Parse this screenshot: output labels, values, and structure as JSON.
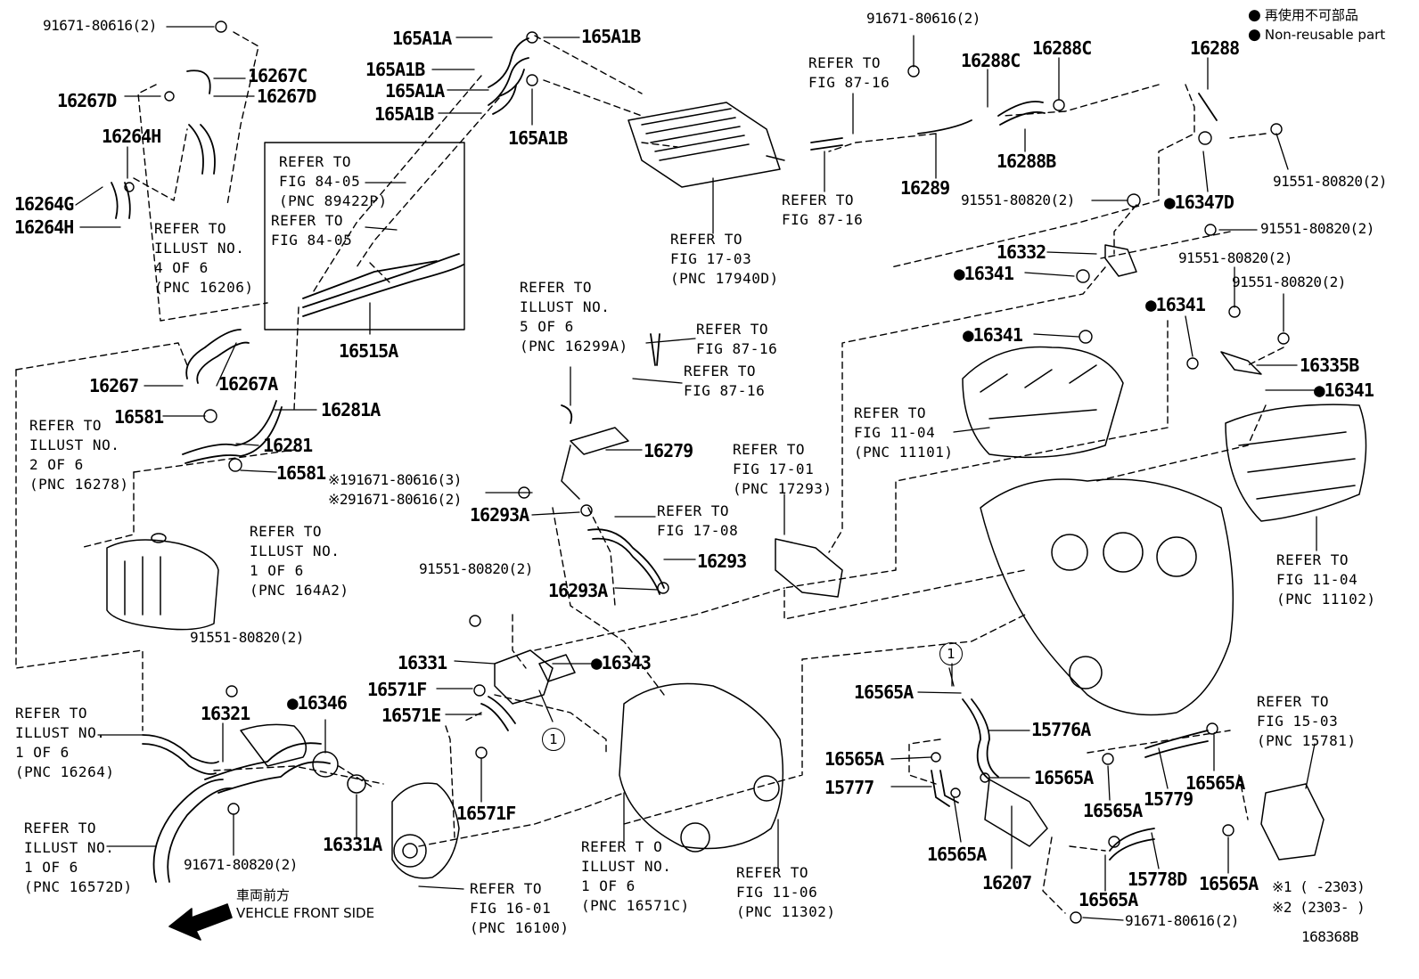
{
  "legend": {
    "line1": "再使用不可部品",
    "line2": "Non-reusable part"
  },
  "diagram_number": "168368B",
  "front": {
    "jp": "車両前方",
    "en": "VEHCLE FRONT SIDE"
  },
  "note1": "※1 (      -2303)",
  "note2": "※2 (2303-      )",
  "callout": "1",
  "labels": {
    "l01": "91671-80616(2)",
    "l02": "165A1A",
    "l03": "165A1B",
    "l04": "165A1B",
    "l05": "165A1A",
    "l06": "165A1B",
    "l07": "165A1B",
    "l08": "16267C",
    "l09": "16267D",
    "l10": "16267D",
    "l11": "16264H",
    "l12": "16264G",
    "l13": "16264H",
    "l14": "16515A",
    "l15": "16267",
    "l16": "16267A",
    "l17": "16581",
    "l18": "16281A",
    "l19": "16281",
    "l20": "16581",
    "l21": "※191671-80616(3)",
    "l22": "※291671-80616(2)",
    "l23": "16293A",
    "l24": "16279",
    "l25": "16293",
    "l26": "16293A",
    "l27": "91551-80820(2)",
    "l28": "16331",
    "l29": "16343",
    "l30": "16571F",
    "l31": "16571E",
    "l32": "16571F",
    "l33": "91551-80820(2)",
    "l34": "16321",
    "l35": "16346",
    "l36": "16331A",
    "l37": "91671-80820(2)",
    "l38": "91671-80616(2)",
    "l39": "16288C",
    "l40": "16288C",
    "l41": "16288",
    "l42": "16289",
    "l43": "16288B",
    "l44": "91551-80820(2)",
    "l45": "91551-80820(2)",
    "l46": "16347D",
    "l47": "91551-80820(2)",
    "l48": "16332",
    "l49": "16341",
    "l50": "91551-80820(2)",
    "l51": "91551-80820(2)",
    "l52": "16341",
    "l53": "16341",
    "l54": "16335B",
    "l55": "16341",
    "l56": "16565A",
    "l57": "15776A",
    "l58": "16565A",
    "l59": "16565A",
    "l60": "15777",
    "l61": "16565A",
    "l62": "15779",
    "l63": "16565A",
    "l64": "16565A",
    "l65": "16207",
    "l66": "15778D",
    "l67": "16565A",
    "l68": "16565A",
    "l69": "91671-80616(2)"
  },
  "refs": {
    "r01": [
      "REFER TO",
      "FIG 84-05",
      "(PNC 89422P)"
    ],
    "r02": [
      "REFER TO",
      "FIG 84-05"
    ],
    "r03": [
      "REFER TO",
      "ILLUST NO.",
      "4 OF 6",
      "(PNC 16206)"
    ],
    "r04": [
      "REFER TO",
      "FIG 17-03",
      "(PNC 17940D)"
    ],
    "r05": [
      "REFER TO",
      "FIG 87-16"
    ],
    "r06": [
      "REFER TO",
      "FIG 87-16"
    ],
    "r07": [
      "REFER TO",
      "ILLUST NO.",
      "5 OF 6",
      "(PNC 16299A)"
    ],
    "r08": [
      "REFER TO",
      "FIG 87-16"
    ],
    "r09": [
      "REFER TO",
      "FIG 87-16"
    ],
    "r10": [
      "REFER TO",
      "ILLUST NO.",
      "2 OF 6",
      "(PNC 16278)"
    ],
    "r11": [
      "REFER TO",
      "ILLUST NO.",
      "1 OF 6",
      "(PNC 164A2)"
    ],
    "r12": [
      "REFER TO",
      "FIG 17-01",
      "(PNC 17293)"
    ],
    "r13": [
      "REFER TO",
      "FIG 17-08"
    ],
    "r14": [
      "REFER TO",
      "FIG 11-04",
      "(PNC 11101)"
    ],
    "r15": [
      "REFER TO",
      "FIG 11-04",
      "(PNC 11102)"
    ],
    "r16": [
      "REFER TO",
      "ILLUST NO.",
      "1 OF 6",
      "(PNC 16264)"
    ],
    "r17": [
      "REFER TO",
      "ILLUST NO.",
      "1 OF 6",
      "(PNC 16572D)"
    ],
    "r18": [
      "REFER TO",
      "FIG 16-01",
      "(PNC 16100)"
    ],
    "r19": [
      "REFER T O",
      "ILLUST NO.",
      "1 OF 6",
      "(PNC 16571C)"
    ],
    "r20": [
      "REFER TO",
      "FIG 11-06",
      "(PNC 11302)"
    ],
    "r21": [
      "REFER TO",
      "FIG 15-03",
      "(PNC 15781)"
    ]
  }
}
